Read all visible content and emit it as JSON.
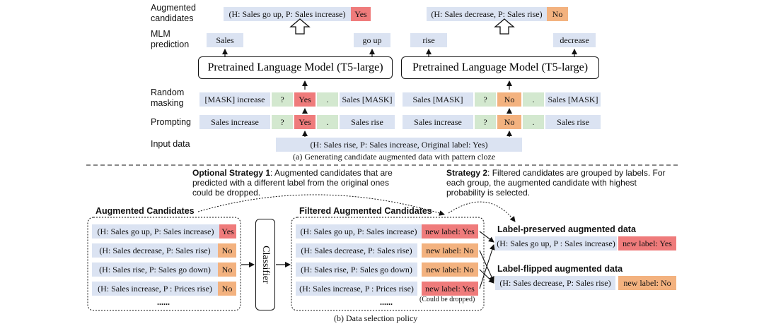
{
  "panel_a": {
    "row_labels": {
      "augmented_1": "Augmented",
      "augmented_2": "candidates",
      "mlm_1": "MLM",
      "mlm_2": "prediction",
      "random_1": "Random",
      "random_2": "masking",
      "prompting": "Prompting",
      "input": "Input data"
    },
    "left": {
      "candidate": "(H: Sales go up, P: Sales increase)",
      "candidate_label": "Yes",
      "pred_1": "Sales",
      "pred_2": "go up",
      "plm": "Pretrained Language Model (T5-large)",
      "mask_a": "[MASK] increase",
      "mask_q": "?",
      "mask_label": "Yes",
      "mask_dot": ".",
      "mask_b": "Sales [MASK]",
      "prompt_a": "Sales increase",
      "prompt_q": "?",
      "prompt_label": "Yes",
      "prompt_dot": ".",
      "prompt_b": "Sales rise"
    },
    "right": {
      "candidate": "(H: Sales decrease, P: Sales rise)",
      "candidate_label": "No",
      "pred_1": "rise",
      "pred_2": "decrease",
      "plm": "Pretrained Language Model (T5-large)",
      "mask_a": "Sales [MASK]",
      "mask_q": "?",
      "mask_label": "No",
      "mask_dot": ".",
      "mask_b": "Sales [MASK]",
      "prompt_a": "Sales increase",
      "prompt_q": "?",
      "prompt_label": "No",
      "prompt_dot": ".",
      "prompt_b": "Sales rise"
    },
    "input": "(H: Sales rise, P: Sales increase, Original label: Yes)",
    "caption": "(a) Generating candidate augmented data with pattern cloze"
  },
  "panel_b": {
    "strategy1_title": "Optional Strategy 1",
    "strategy1_text": ": Augmented candidates that are predicted with a different label from the original ones could be dropped.",
    "strategy2_title": "Strategy 2",
    "strategy2_text": ": Filtered candidates are grouped by labels. For each group, the augmented candidate with highest probability is selected.",
    "augmented_title": "Augmented Candidates",
    "augmented": [
      {
        "text": "(H: Sales go up, P: Sales increase)",
        "label": "Yes"
      },
      {
        "text": "(H: Sales decrease, P: Sales rise)",
        "label": "No"
      },
      {
        "text": "(H: Sales rise, P: Sales go down)",
        "label": "No"
      },
      {
        "text": "(H: Sales increase, P : Prices rise)",
        "label": "No"
      }
    ],
    "augmented_more": "......",
    "classifier": "Classifier",
    "filtered_title": "Filtered Augmented Candidates",
    "filtered": [
      {
        "text": "(H: Sales go up, P: Sales increase)",
        "label": "new label: Yes"
      },
      {
        "text": "(H: Sales decrease, P: Sales rise)",
        "label": "new label: No"
      },
      {
        "text": "(H: Sales rise, P: Sales go down)",
        "label": "new label: No"
      },
      {
        "text": "(H: Sales increase, P : Prices rise)",
        "label": "new label: Yes"
      }
    ],
    "filtered_more": "......",
    "could_drop": "(Could be dropped)",
    "preserved_title": "Label-preserved augmented data",
    "preserved": {
      "text": "(H: Sales go up, P : Sales increase)",
      "label": "new label: Yes"
    },
    "flipped_title": "Label-flipped augmented data",
    "flipped": {
      "text": "(H: Sales decrease, P: Sales rise)",
      "label": "new label: No"
    },
    "caption": "(b) Data selection policy"
  },
  "colors": {
    "blue_box": "#dbe3f2",
    "green_box": "#d3e8cf",
    "yes_label": "#ef7b7b",
    "no_label": "#f3b27f"
  }
}
